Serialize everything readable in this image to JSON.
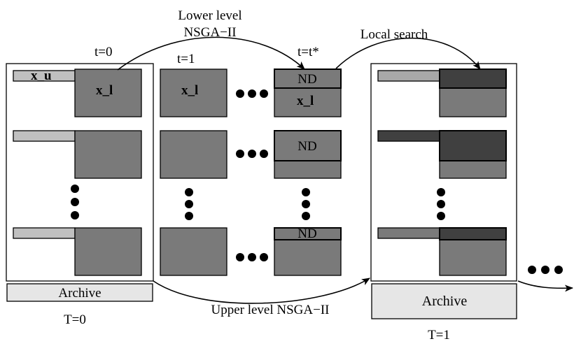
{
  "labels": {
    "lower_level_line1": "Lower level",
    "lower_level_line2": "NSGA−II",
    "upper_level": "Upper level NSGA−II",
    "local_search": "Local search",
    "t0": "t=0",
    "t1": "t=1",
    "tstar": "t=t*",
    "x_u": "x_u",
    "x_l": "x_l",
    "nd": "ND",
    "archive": "Archive",
    "gen_T0": "T=0",
    "gen_T1": "T=1"
  },
  "colors": {
    "pop_gray": "#7a7a7a",
    "light_gray": "#c0c0c0",
    "dark_gray": "#404040",
    "archive_fill": "#e6e6e6",
    "line": "#000000"
  }
}
